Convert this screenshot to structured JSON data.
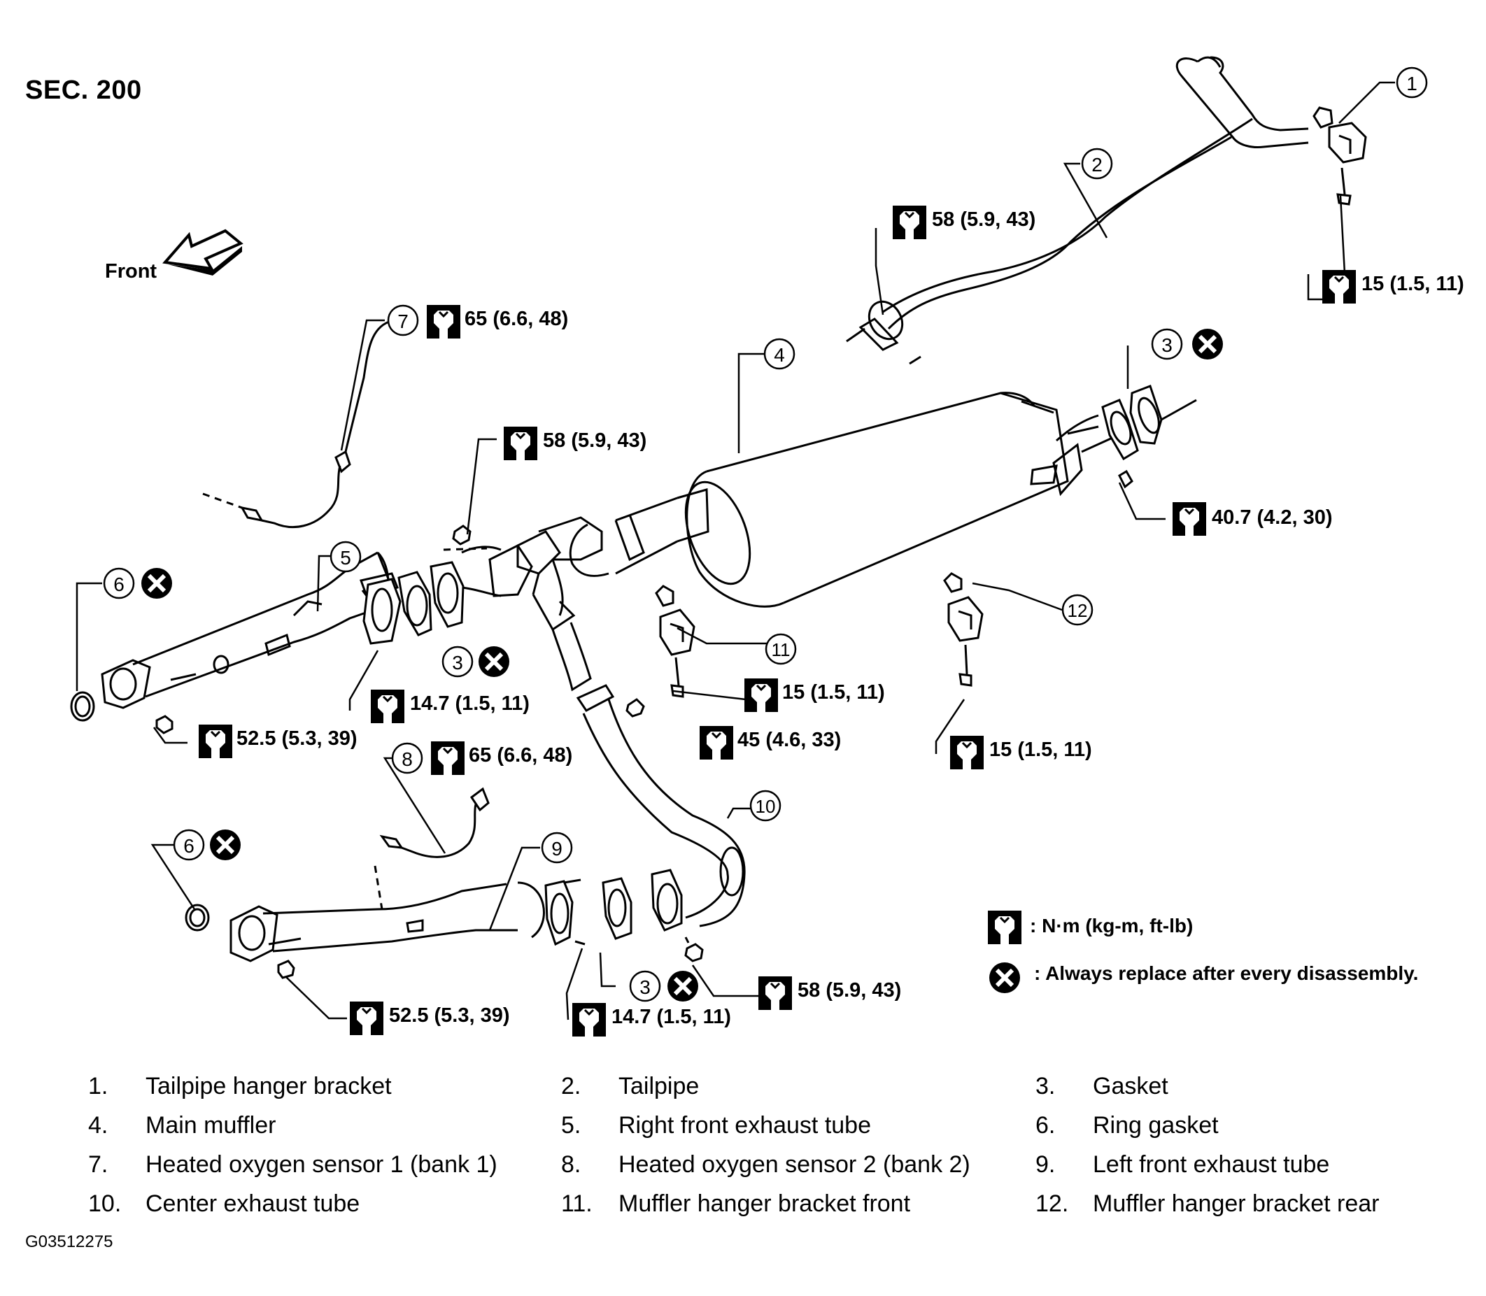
{
  "section": "SEC. 200",
  "front_label": "Front",
  "callouts": {
    "t1": "15 (1.5, 11)",
    "t2": "58 (5.9, 43)",
    "t3": "65 (6.6, 48)",
    "t4": "58 (5.9, 43)",
    "t5": "40.7 (4.2, 30)",
    "t6": "14.7 (1.5, 11)",
    "t7": "52.5 (5.3, 39)",
    "t8": "15 (1.5, 11)",
    "t9": "45 (4.6, 33)",
    "t10": "15 (1.5, 11)",
    "t11": "65 (6.6, 48)",
    "t12": "58 (5.9, 43)",
    "t13": "52.5 (5.3, 39)",
    "t14": "14.7 (1.5, 11)"
  },
  "markers": [
    "1",
    "2",
    "3",
    "4",
    "5",
    "6",
    "7",
    "8",
    "9",
    "10",
    "11",
    "12"
  ],
  "legend": {
    "torque": ": N·m (kg-m, ft-lb)",
    "replace": ": Always replace after every disassembly."
  },
  "parts": [
    {
      "num": "1.",
      "name": "Tailpipe hanger bracket"
    },
    {
      "num": "2.",
      "name": "Tailpipe"
    },
    {
      "num": "3.",
      "name": "Gasket"
    },
    {
      "num": "4.",
      "name": "Main muffler"
    },
    {
      "num": "5.",
      "name": "Right front exhaust tube"
    },
    {
      "num": "6.",
      "name": "Ring gasket"
    },
    {
      "num": "7.",
      "name": "Heated oxygen sensor 1 (bank 1)"
    },
    {
      "num": "8.",
      "name": "Heated oxygen sensor 2  (bank 2)"
    },
    {
      "num": "9.",
      "name": "Left front exhaust tube"
    },
    {
      "num": "10.",
      "name": "Center exhaust tube"
    },
    {
      "num": "11.",
      "name": "Muffler hanger bracket front"
    },
    {
      "num": "12.",
      "name": "Muffler hanger bracket rear"
    }
  ],
  "figure_id": "G03512275",
  "icons": {
    "torque_symbol": "torque-wrench-icon",
    "replace_symbol": "x-circle-icon",
    "front_arrow": "arrow-icon"
  }
}
